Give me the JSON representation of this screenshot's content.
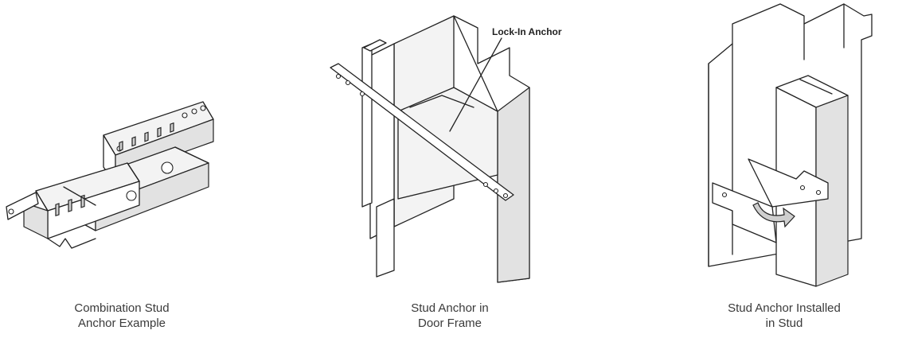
{
  "figures": [
    {
      "caption_lines": [
        "Combination Stud",
        "Anchor Example"
      ]
    },
    {
      "callout": "Lock-In Anchor",
      "caption_lines": [
        "Stud Anchor in",
        "Door Frame"
      ]
    },
    {
      "caption_lines": [
        "Stud Anchor Installed",
        "in Stud"
      ]
    }
  ]
}
